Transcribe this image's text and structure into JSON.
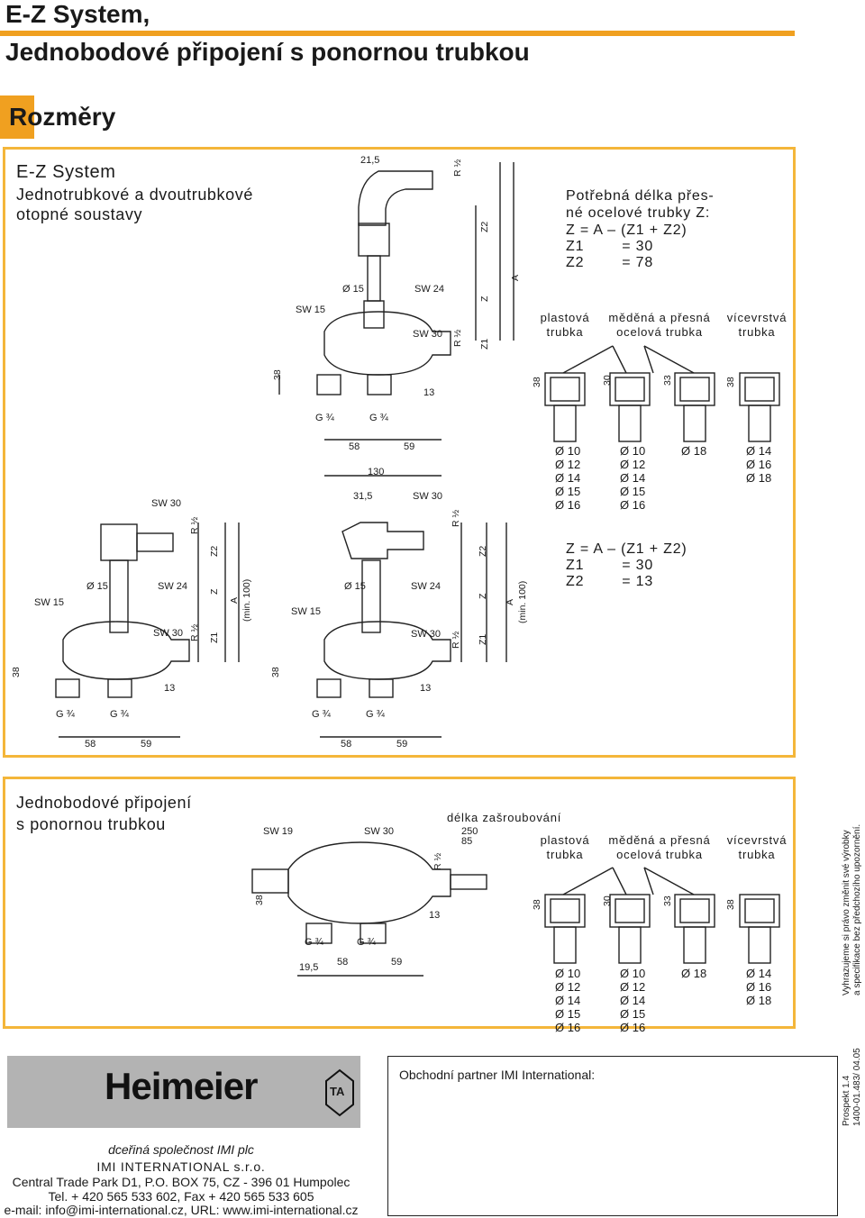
{
  "header": {
    "title_line1": "E-Z System,",
    "title_line2": "Jednobodové připojení s ponornou trubkou"
  },
  "section": {
    "title": "Rozměry"
  },
  "panel1": {
    "heading": "E-Z System",
    "subheading_line1": "Jednotrubkové a dvoutrubkové",
    "subheading_line2": "otopné soustavy",
    "formula_intro_line1": "Potřebná délka přes-",
    "formula_intro_line2": "né ocelové trubky Z:",
    "formula_eq": "Z = A – (Z1 + Z2)",
    "formula_z1": "Z1        = 30",
    "formula_z2": "Z2        = 78",
    "formula2_eq": "Z = A – (Z1 + Z2)",
    "formula2_z1": "Z1        = 30",
    "formula2_z2": "Z2        = 13",
    "pipe_types": [
      {
        "line1": "plastová",
        "line2": "trubka"
      },
      {
        "line1": "měděná a přesná",
        "line2": "ocelová trubka"
      },
      {
        "line1": "vícevrstvá",
        "line2": "trubka"
      }
    ],
    "pipe_dims": [
      "38",
      "30",
      "33",
      "38"
    ],
    "diam_col1": "Ø 10\nØ 12\nØ 14\nØ 15\nØ 16",
    "diam_col2": "Ø 10\nØ 12\nØ 14\nØ 15\nØ 16",
    "diam_col3": "Ø 18",
    "diam_col4": "Ø 14\nØ 16\nØ 18",
    "dims_top": [
      "21,5",
      "R ½",
      "Z2",
      "Z",
      "A",
      "Ø 15",
      "SW 24",
      "SW 15",
      "SW 30",
      "R ½",
      "Z1",
      "38",
      "13",
      "G ¾",
      "G ¾",
      "58",
      "59",
      "130"
    ],
    "dims_bottom_left": [
      "SW 30",
      "R ½",
      "Z2",
      "Z",
      "A",
      "(min. 100)",
      "Ø 15",
      "SW 24",
      "SW 15",
      "SW 30",
      "R ½",
      "Z1",
      "38",
      "13",
      "G ¾",
      "G ¾",
      "58",
      "59"
    ],
    "dims_bottom_mid": [
      "31,5",
      "SW 30",
      "R ½",
      "Z2",
      "Z",
      "A",
      "(min. 100)",
      "Ø 15",
      "SW 24",
      "SW 15",
      "SW 30",
      "R ½",
      "Z1",
      "38",
      "13",
      "G ¾",
      "G ¾",
      "58",
      "59"
    ]
  },
  "panel2": {
    "heading_line1": "Jednobodové připojení",
    "heading_line2": "s ponornou trubkou",
    "screw_label": "délka zašroubování",
    "screw_values": [
      "250",
      "85"
    ],
    "dims": [
      "SW 19",
      "SW 30",
      "R ½",
      "38",
      "13",
      "G ¾",
      "G ¾",
      "19,5",
      "58",
      "59"
    ],
    "pipe_types": [
      {
        "line1": "plastová",
        "line2": "trubka"
      },
      {
        "line1": "měděná a přesná",
        "line2": "ocelová trubka"
      },
      {
        "line1": "vícevrstvá",
        "line2": "trubka"
      }
    ],
    "pipe_dims": [
      "38",
      "30",
      "33",
      "38"
    ],
    "diam_col1": "Ø 10\nØ 12\nØ 14\nØ 15\nØ 16",
    "diam_col2": "Ø 10\nØ 12\nØ 14\nØ 15\nØ 16",
    "diam_col3": "Ø 18",
    "diam_col4": "Ø 14\nØ 16\nØ 18"
  },
  "side_note": {
    "line1": "Vyhrazujeme si právo změnit své výrobky",
    "line2": "a specifikace bez předchozího upozornění.",
    "doc_line1": "Prospekt 1.4",
    "doc_line2": "1400-01.483/ 04.05"
  },
  "logo": {
    "brand": "Heimeier",
    "mark": "TA"
  },
  "footer": {
    "subsidiary": "dceřiná společnost IMI plc",
    "company": "IMI INTERNATIONAL s.r.o.",
    "address": "Central Trade Park D1, P.O. BOX 75, CZ - 396 01 Humpolec",
    "phone": "Tel. + 420 565 533 602, Fax + 420 565 533 605",
    "contact": "e-mail: info@imi-international.cz, URL: www.imi-international.cz"
  },
  "partner_box": {
    "label": "Obchodní partner IMI International:"
  },
  "colors": {
    "accent": "#f0a020",
    "panel_border": "#f4b63a",
    "logo_bg": "#b3b3b3"
  }
}
